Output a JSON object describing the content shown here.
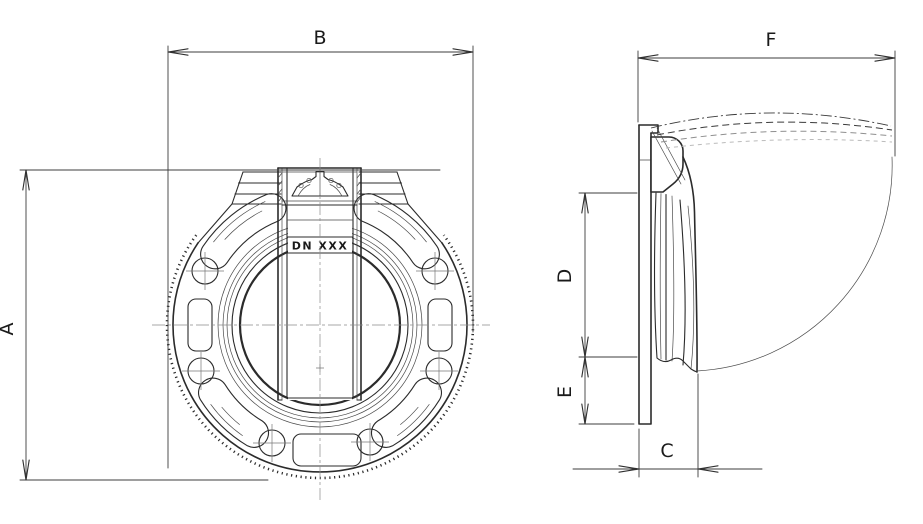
{
  "colors": {
    "background": "#ffffff",
    "line": "#2b2b2b",
    "centerline": "#8a8a8a"
  },
  "front_view": {
    "marking": "DN XXX",
    "dim_height_label": "A",
    "dim_width_label": "B"
  },
  "side_view": {
    "dim_depth_label": "C",
    "dim_flap_label": "D",
    "dim_lower_label": "E",
    "dim_overall_label": "F"
  }
}
